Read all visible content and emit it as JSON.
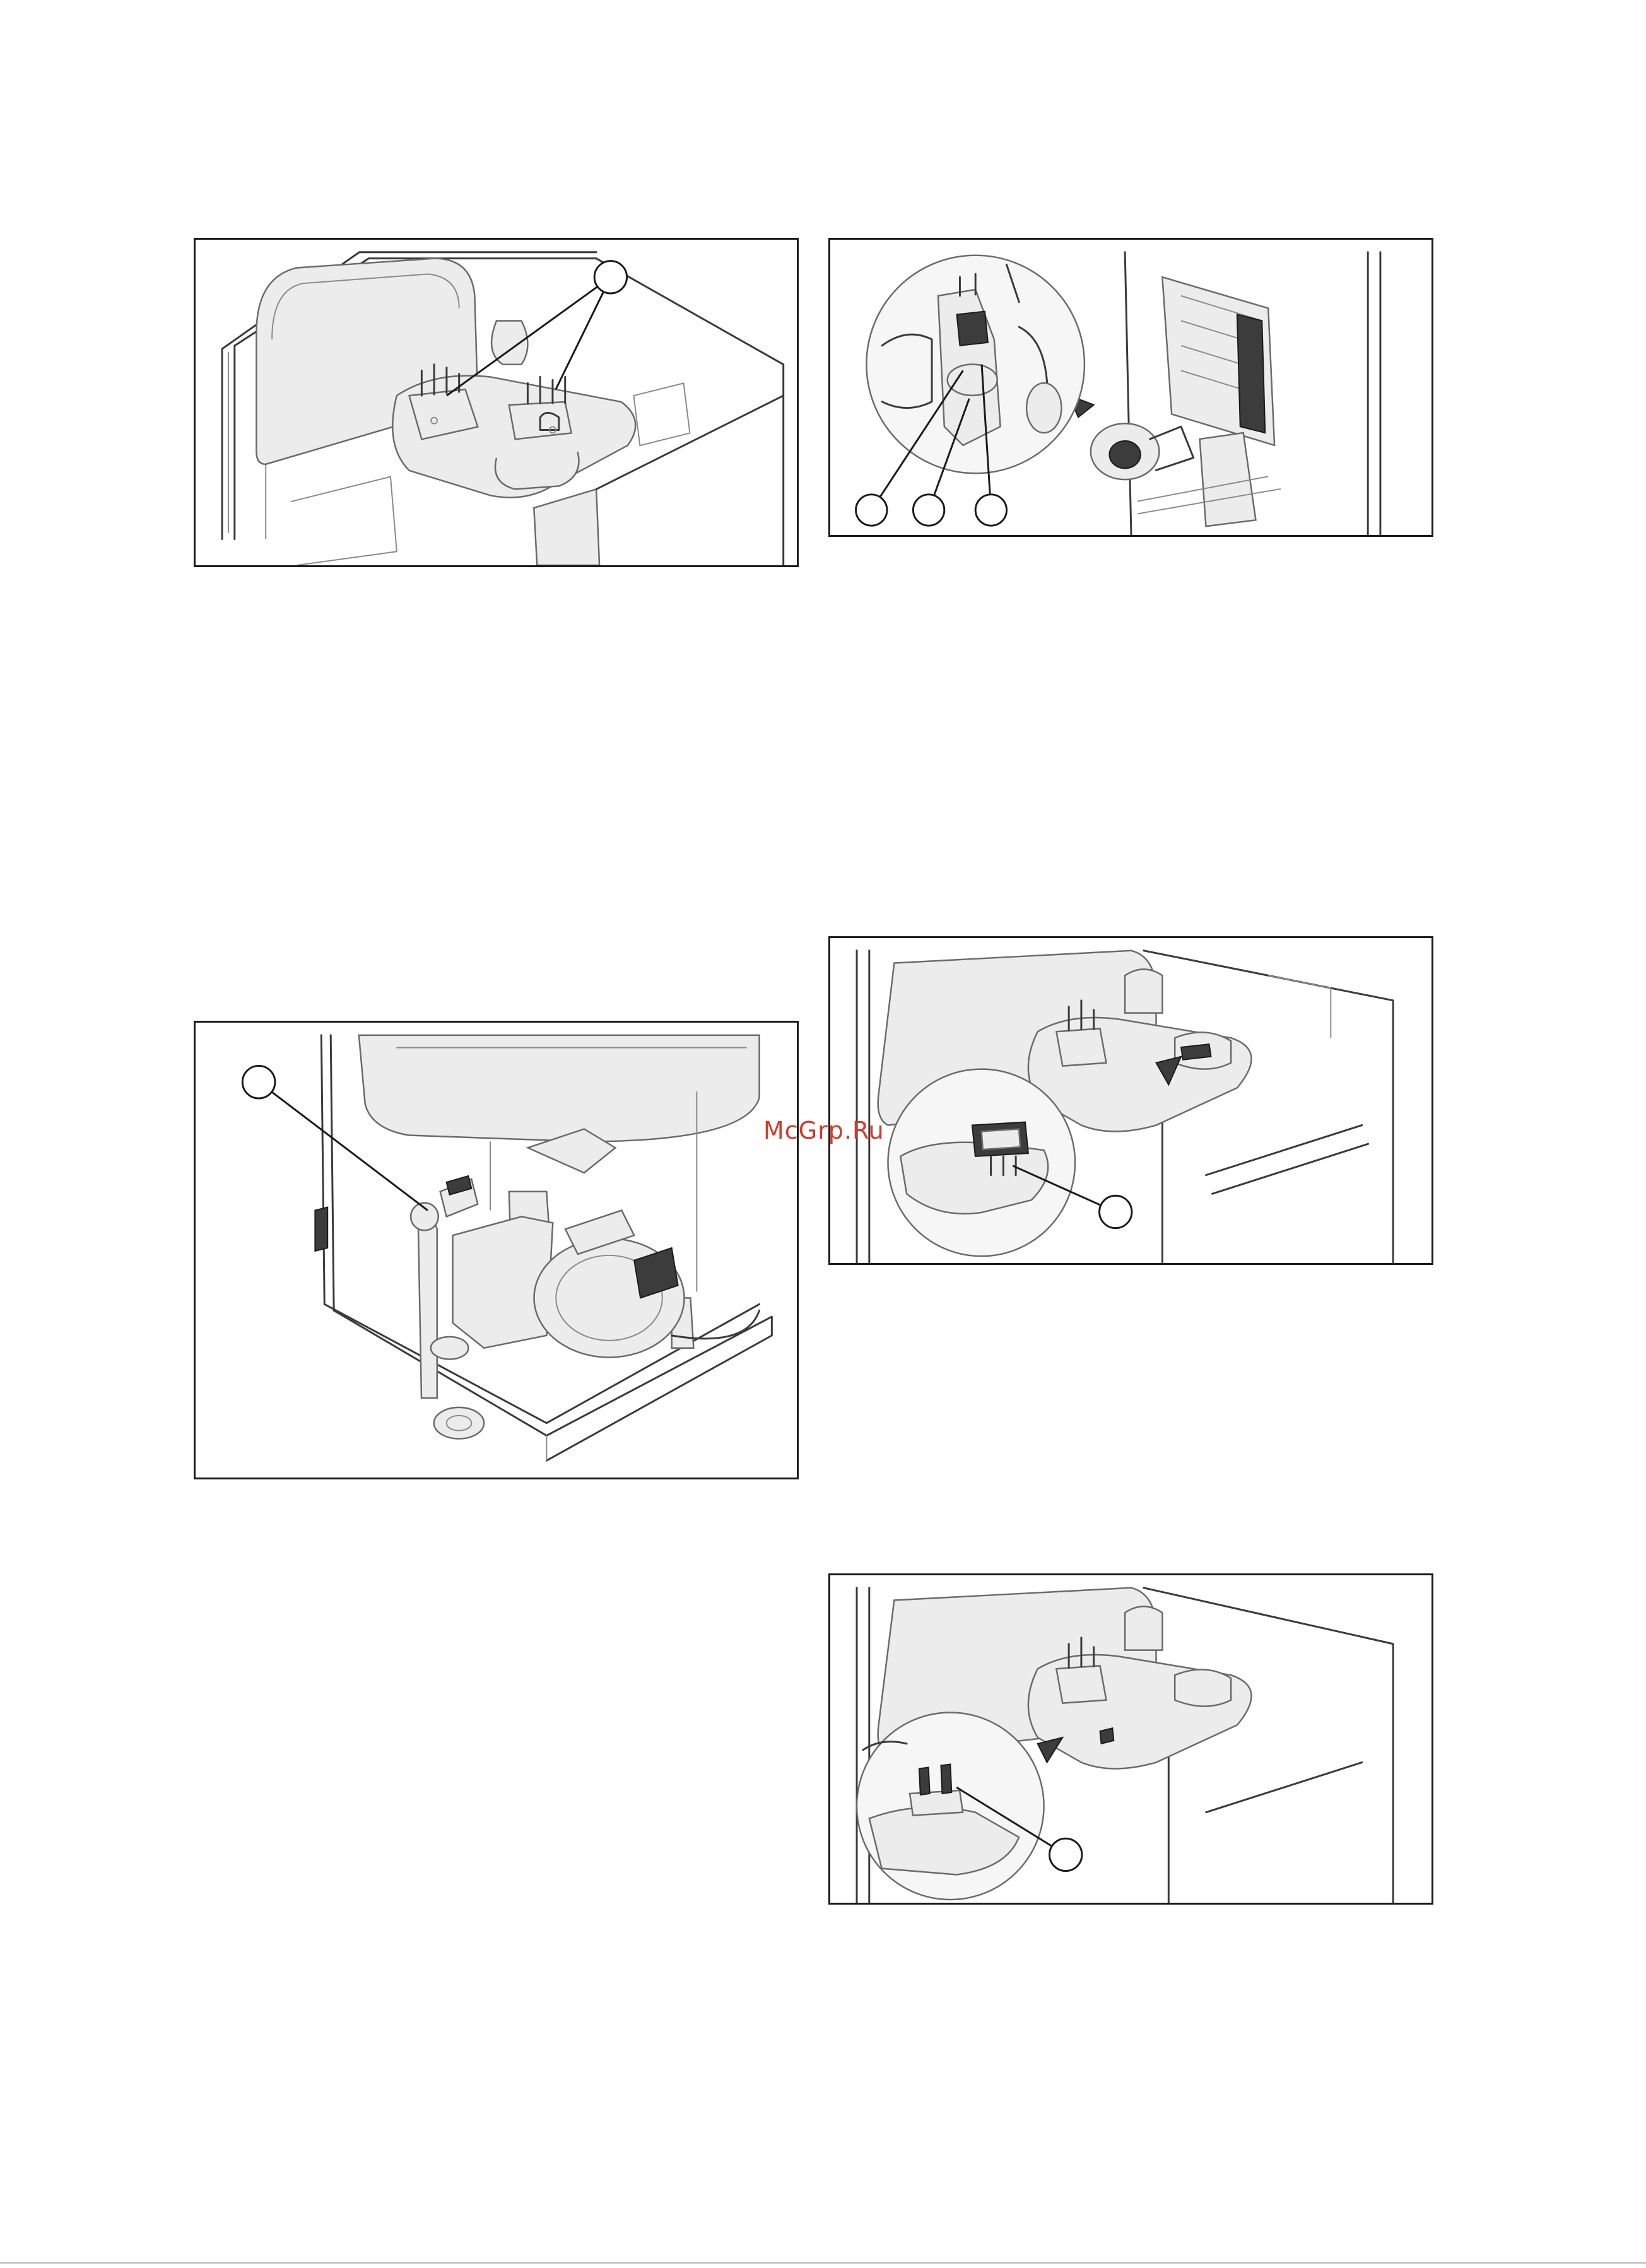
{
  "watermark": {
    "text": "McGrp.Ru",
    "color": "#d23a2a"
  },
  "figures": [
    {
      "id": "heat-exchanger-electrodes",
      "callouts": 1,
      "icon": "technical-line-drawing"
    },
    {
      "id": "fan-connector-detail",
      "callouts": 3,
      "icon": "technical-line-drawing"
    },
    {
      "id": "pump-assembly",
      "callouts": 1,
      "icon": "technical-line-drawing"
    },
    {
      "id": "flow-sensor-connector-detail",
      "callouts": 1,
      "icon": "technical-line-drawing"
    },
    {
      "id": "temperature-switch-detail",
      "callouts": 1,
      "icon": "technical-line-drawing"
    }
  ],
  "colors": {
    "frame": "#1a1a1a",
    "drawing": "#3a3a3a",
    "fill": "#ececec"
  }
}
